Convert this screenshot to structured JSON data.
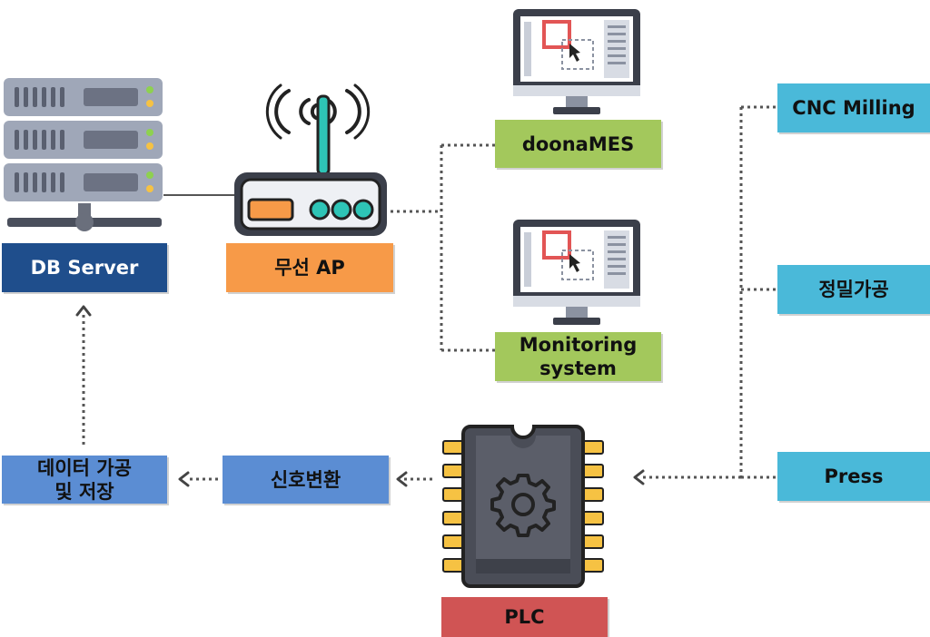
{
  "nodes": {
    "db_server": "DB Server",
    "wireless_ap": "무선 AP",
    "doonames": "doonaMES",
    "monitoring": "Monitoring\nsystem",
    "cnc": "CNC Milling",
    "precision": "정밀가공",
    "press": "Press",
    "plc": "PLC",
    "signal": "신호변환",
    "data_proc": "데이터 가공\n및 저장"
  },
  "colors": {
    "db_server": "#1f4e8c",
    "wireless_ap": "#f79a48",
    "mes": "#a3c85c",
    "machines": "#4ab9d9",
    "plc": "#d05454",
    "process": "#5b8dd3"
  },
  "icons": [
    "server-rack-icon",
    "wireless-router-icon",
    "monitor-icon",
    "plc-chip-icon",
    "gear-icon"
  ]
}
